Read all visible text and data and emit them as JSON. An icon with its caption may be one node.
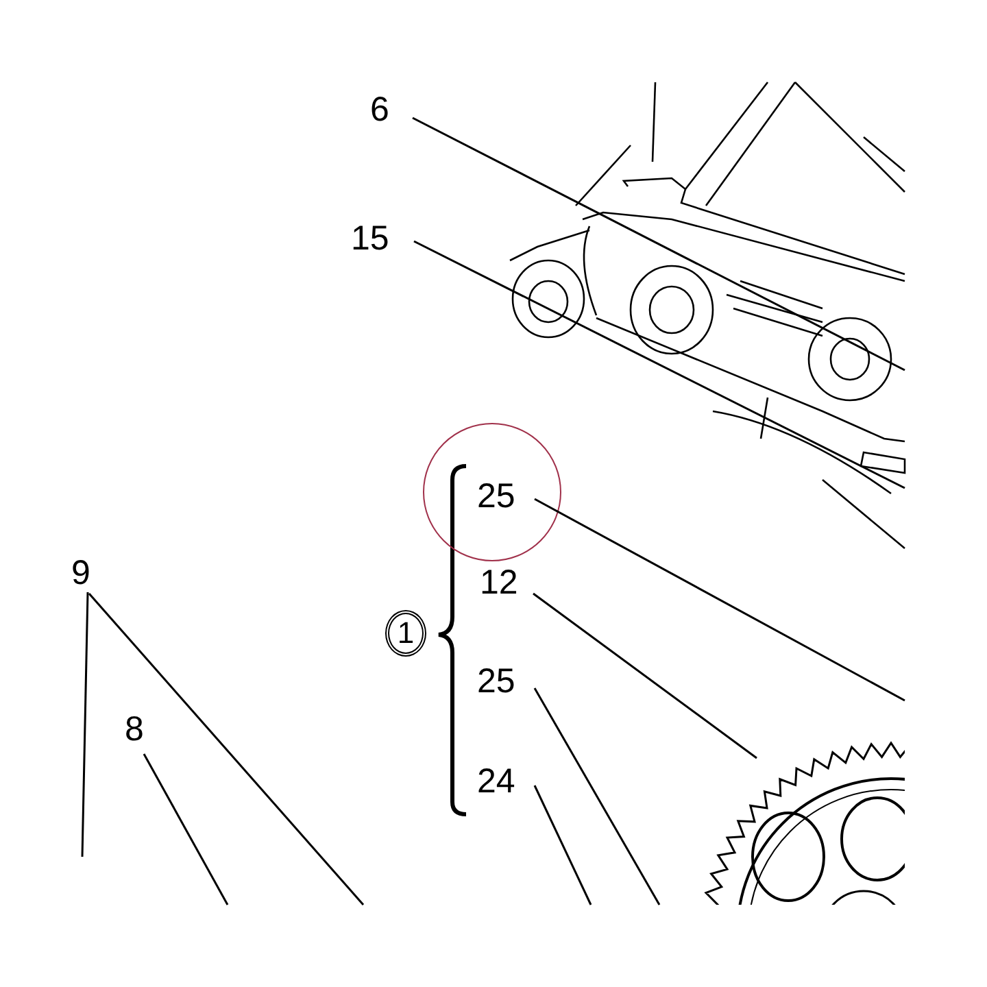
{
  "diagram": {
    "nodes": [
      {
        "text": [
          "6"
        ]
      },
      {
        "text": [
          "15"
        ]
      },
      {
        "text": [
          "25"
        ]
      },
      {
        "text": [
          "9"
        ]
      },
      {
        "text": [
          "12"
        ]
      },
      {
        "text": [
          "1"
        ]
      },
      {
        "text": [
          "25"
        ]
      },
      {
        "text": [
          "8"
        ]
      },
      {
        "text": [
          "24"
        ]
      },
      {
        "text": [],
        "shape": "picture"
      }
    ],
    "edges": [
      {
        "from": 0,
        "to": null,
        "arrow": "none"
      },
      {
        "from": 1,
        "to": null,
        "arrow": "none"
      },
      {
        "from": 2,
        "to": null,
        "arrow": "none"
      },
      {
        "from": 3,
        "to": null,
        "arrow": "none"
      },
      {
        "from": 3,
        "to": null,
        "arrow": "none"
      },
      {
        "from": 4,
        "to": 9,
        "arrow": "none"
      },
      {
        "from": 6,
        "to": null,
        "arrow": "none"
      },
      {
        "from": 7,
        "to": null,
        "arrow": "none"
      },
      {
        "from": 8,
        "to": null,
        "arrow": "none"
      }
    ]
  }
}
